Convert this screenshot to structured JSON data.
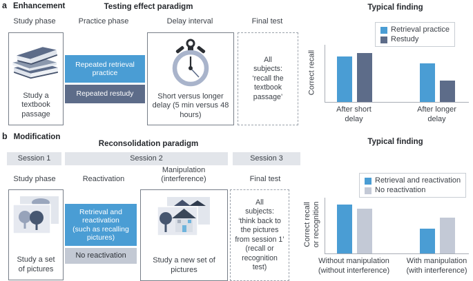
{
  "colors": {
    "blue": "#4A9DD4",
    "slate": "#5D6C89",
    "light_gray_bar": "#C3C9D6",
    "no_reactivation_gray": "#C3C9D4",
    "session_bar_gray": "#E2E5EA",
    "axis": "#A8ADB5",
    "text": "#3A3F46"
  },
  "panel_a": {
    "panel_letter": "a",
    "panel_title": "Enhancement",
    "paradigm_title": "Testing effect paradigm",
    "col_study": "Study phase",
    "col_practice": "Practice phase",
    "col_delay": "Delay interval",
    "col_final": "Final test",
    "study_caption": "Study a textbook passage",
    "practice_retrieval": "Repeated retrieval practice",
    "practice_restudy": "Repeated restudy",
    "delay_caption": "Short versus longer delay (5 min versus 48 hours)",
    "final_text": "All\nsubjects:\n‘recall the\ntextbook\npassage’",
    "icons": [
      "books-icon",
      "stopwatch-icon"
    ]
  },
  "panel_b": {
    "panel_letter": "b",
    "panel_title": "Modification",
    "paradigm_title": "Reconsolidation paradigm",
    "sessions": [
      "Session 1",
      "Session 2",
      "Session 3"
    ],
    "col_study": "Study phase",
    "col_reactivation": "Reactivation",
    "col_manipulation": "Manipulation\n(interference)",
    "col_final": "Final test",
    "study_caption": "Study a set of pictures",
    "reactivation_retrieval": "Retrieval and\nreactivation\n(such as recalling\npictures)",
    "reactivation_none": "No reactivation",
    "manipulation_caption": "Study a new set of pictures",
    "final_text": "All\nsubjects:\n‘think back to\nthe pictures\nfrom session 1’\n(recall or\nrecognition\ntest)",
    "icons": [
      "pictures-icon",
      "house-pictures-icon"
    ]
  },
  "chart_data": [
    {
      "type": "bar",
      "title": "Typical finding",
      "ylabel": "Correct recall",
      "xlabel": "",
      "categories": [
        "After short\ndelay",
        "After longer\ndelay"
      ],
      "series": [
        {
          "name": "Retrieval practice",
          "color": "#4A9DD4",
          "values": [
            80,
            67
          ]
        },
        {
          "name": "Restudy",
          "color": "#5D6C89",
          "values": [
            86,
            37
          ]
        }
      ],
      "ylim": [
        0,
        100
      ],
      "yticks": [],
      "grid": false,
      "legend_position": "top-right"
    },
    {
      "type": "bar",
      "title": "Typical finding",
      "ylabel": "Correct recall\nor recognition",
      "xlabel": "",
      "categories": [
        "Without manipulation\n(without interference)",
        "With manipulation\n(with interference)"
      ],
      "series": [
        {
          "name": "Retrieval and reactivation",
          "color": "#4A9DD4",
          "values": [
            88,
            44
          ]
        },
        {
          "name": "No reactivation",
          "color": "#C3C9D6",
          "values": [
            80,
            64
          ]
        }
      ],
      "ylim": [
        0,
        100
      ],
      "yticks": [],
      "grid": false,
      "legend_position": "top-right"
    }
  ]
}
